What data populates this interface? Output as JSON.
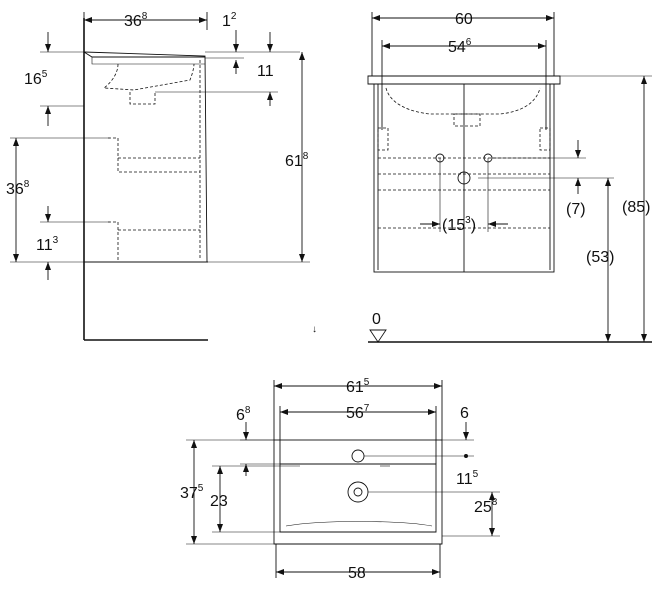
{
  "side_view": {
    "dims": [
      {
        "id": "width",
        "main": "36",
        "sup": "8"
      },
      {
        "id": "rim",
        "main": "1",
        "sup": "2"
      },
      {
        "id": "top-offset",
        "main": "11",
        "sup": ""
      },
      {
        "id": "bowl-depth",
        "main": "16",
        "sup": "5"
      },
      {
        "id": "total-height",
        "main": "61",
        "sup": "8"
      },
      {
        "id": "drain-height",
        "main": "36",
        "sup": "8"
      },
      {
        "id": "plinth",
        "main": "11",
        "sup": "3"
      }
    ]
  },
  "front_view": {
    "dims": [
      {
        "id": "outer-width",
        "main": "60",
        "sup": ""
      },
      {
        "id": "inner-width",
        "main": "54",
        "sup": "6"
      },
      {
        "id": "pipe-spacing",
        "main": "(15",
        "sup": "3",
        "tail": ")"
      },
      {
        "id": "drain-offset",
        "main": "(7)",
        "sup": ""
      },
      {
        "id": "drain-height",
        "main": "(53)",
        "sup": ""
      },
      {
        "id": "total-height",
        "main": "(85)",
        "sup": ""
      }
    ],
    "floor_label": "0",
    "symbol": "↓"
  },
  "top_view": {
    "dims": [
      {
        "id": "outer-width",
        "main": "61",
        "sup": "5"
      },
      {
        "id": "inner-width",
        "main": "56",
        "sup": "7"
      },
      {
        "id": "left-offset",
        "main": "6",
        "sup": "8"
      },
      {
        "id": "right-offset",
        "main": "6",
        "sup": ""
      },
      {
        "id": "tap-offset",
        "main": "11",
        "sup": "5"
      },
      {
        "id": "depth",
        "main": "37",
        "sup": "5"
      },
      {
        "id": "bowl-depth",
        "main": "23",
        "sup": ""
      },
      {
        "id": "drain-depth",
        "main": "25",
        "sup": "8"
      },
      {
        "id": "bottom-width",
        "main": "58",
        "sup": ""
      }
    ]
  }
}
